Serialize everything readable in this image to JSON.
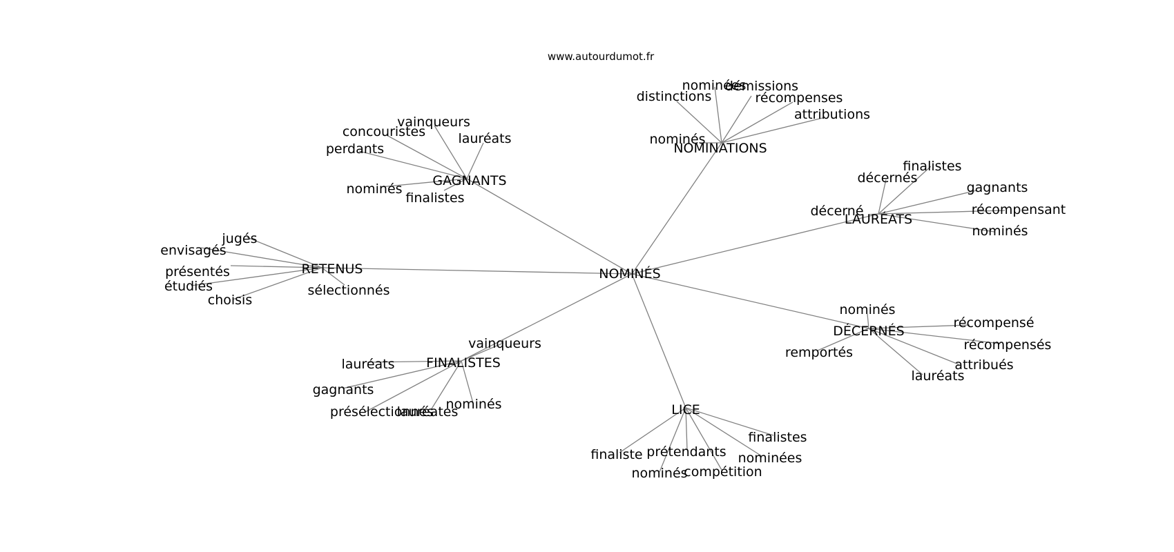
{
  "source": "www.autourdumot.fr",
  "colors": {
    "edge": "#808080",
    "text": "#000000",
    "background": "#ffffff"
  },
  "center": {
    "id": "n0",
    "label": "NOMINÉS"
  },
  "hubs": [
    {
      "id": "h1",
      "label": "NOMINATIONS",
      "leaves": [
        "nominées",
        "démissions",
        "distinctions",
        "récompenses",
        "attributions",
        "nominés"
      ]
    },
    {
      "id": "h2",
      "label": "GAGNANTS",
      "leaves": [
        "vainqueurs",
        "concouristes",
        "lauréats",
        "perdants",
        "nominés",
        "finalistes"
      ]
    },
    {
      "id": "h3",
      "label": "LAURÉATS",
      "leaves": [
        "finalistes",
        "décernés",
        "gagnants",
        "récompensant",
        "décerné",
        "nominés"
      ]
    },
    {
      "id": "h4",
      "label": "RETENUS",
      "leaves": [
        "jugés",
        "envisagés",
        "présentés",
        "étudiés",
        "choisis",
        "sélectionnés"
      ]
    },
    {
      "id": "h5",
      "label": "DÉCERNÉS",
      "leaves": [
        "nominés",
        "récompensé",
        "remportés",
        "récompensés",
        "attribués",
        "lauréats"
      ]
    },
    {
      "id": "h6",
      "label": "FINALISTES",
      "leaves": [
        "vainqueurs",
        "lauréats",
        "gagnants",
        "présélectionnés",
        "lauréates",
        "nominés"
      ]
    },
    {
      "id": "h7",
      "label": "LICE",
      "leaves": [
        "finalistes",
        "finaliste",
        "prétendants",
        "nominées",
        "nominés",
        "compétition"
      ]
    }
  ]
}
